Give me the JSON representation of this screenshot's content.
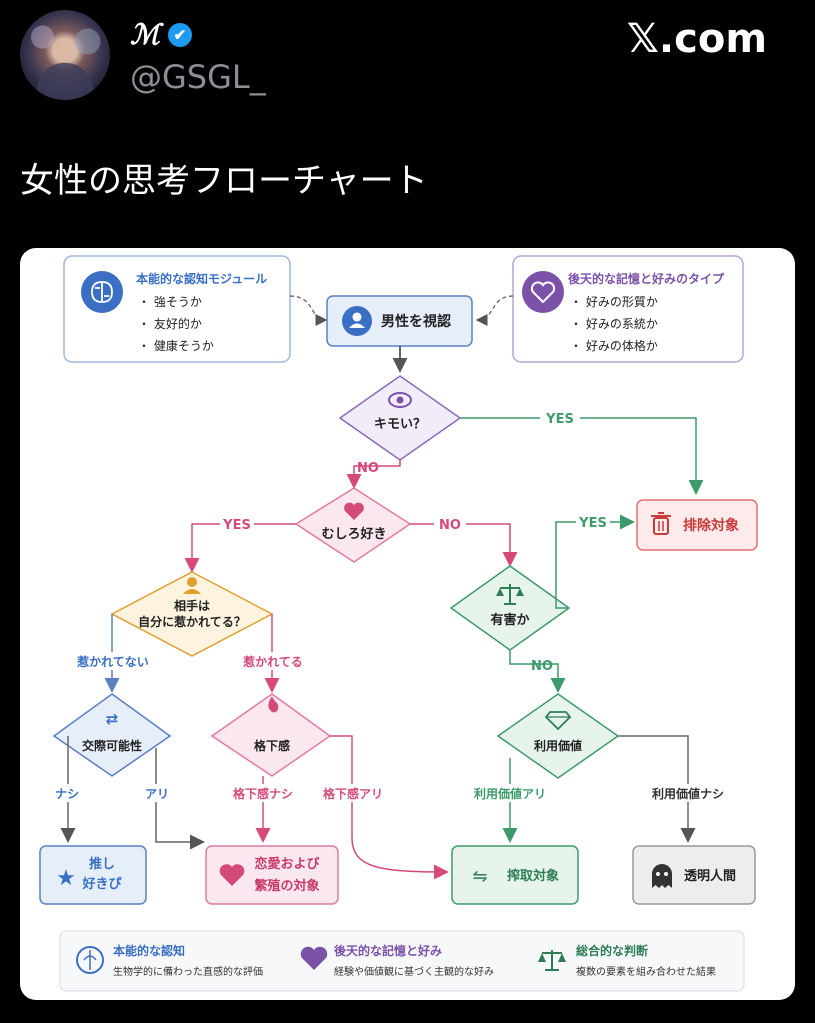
{
  "profile": {
    "display_name": "ℳ",
    "verified_icon": "✔",
    "handle": "@GSGL_",
    "site": "𝕏.com"
  },
  "tweet": {
    "text": "女性の思考フローチャート"
  },
  "colors": {
    "blue": "#3a6fc4",
    "purple": "#7b52a8",
    "green": "#3d9a6a",
    "red": "#c93a3a",
    "pink": "#d44a7a",
    "orange": "#e0a030",
    "gray": "#555555"
  },
  "flowchart": {
    "module_left": {
      "title": "本能的な認知モジュール",
      "items": [
        "・ 強そうか",
        "・ 友好的か",
        "・ 健康そうか"
      ]
    },
    "module_right": {
      "title": "後天的な記憶と好みのタイプ",
      "items": [
        "・ 好みの形質か",
        "・ 好みの系統か",
        "・ 好みの体格か"
      ]
    },
    "start": "男性を視認",
    "q_kimoi": "キモい？",
    "q_mushiro": "むしろ好き",
    "q_aite_1": "相手は",
    "q_aite_2": "自分に惹かれてる？",
    "q_kousai": "交際可能性",
    "q_kakushita": "格下感",
    "q_yugai": "有害か",
    "q_riyou": "利用価値",
    "yes": "YES",
    "no": "NO",
    "not_attracted": "惹かれてない",
    "attracted": "惹かれてる",
    "nashi": "ナシ",
    "ari": "アリ",
    "kakushita_nashi": "格下感ナシ",
    "kakushita_ari": "格下感アリ",
    "riyou_ari": "利用価値アリ",
    "riyou_nashi": "利用価値ナシ",
    "out_haijo": "排除対象",
    "out_oshi_1": "推し",
    "out_oshi_2": "好きぴ",
    "out_renai_1": "恋愛および",
    "out_renai_2": "繁殖の対象",
    "out_sakushu": "搾取対象",
    "out_toumei": "透明人間",
    "legend": [
      {
        "title": "本能的な認知",
        "desc": "生物学的に備わった直感的な評価",
        "icon": "brain-icon"
      },
      {
        "title": "後天的な記憶と好み",
        "desc": "経験や価値観に基づく主観的な好み",
        "icon": "heart-icon"
      },
      {
        "title": "総合的な判断",
        "desc": "複数の要素を組み合わせた結果",
        "icon": "scales-icon"
      }
    ]
  }
}
